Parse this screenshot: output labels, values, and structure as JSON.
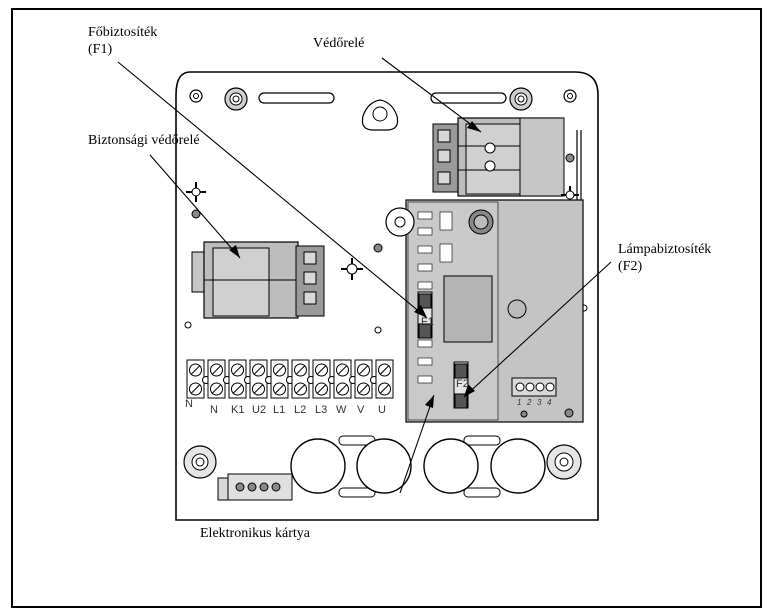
{
  "labels": {
    "main_fuse_line1": "Főbiztosíték",
    "main_fuse_line2": "(F1)",
    "protective_relay": "Védőrelé",
    "safety_relay": "Biztonsági védőrelé",
    "lamp_fuse_line1": "Lámpabiztosíték",
    "lamp_fuse_line2": "(F2)",
    "electronic_card": "Elektronikus kártya"
  },
  "terminal_labels": [
    "N",
    "N",
    "K1",
    "U2",
    "L1",
    "L2",
    "L3",
    "W",
    "V",
    "U"
  ],
  "connector_labels": [
    "1",
    "2",
    "3",
    "4"
  ],
  "fuse_labels": {
    "f1": "F1",
    "f2": "F2"
  }
}
